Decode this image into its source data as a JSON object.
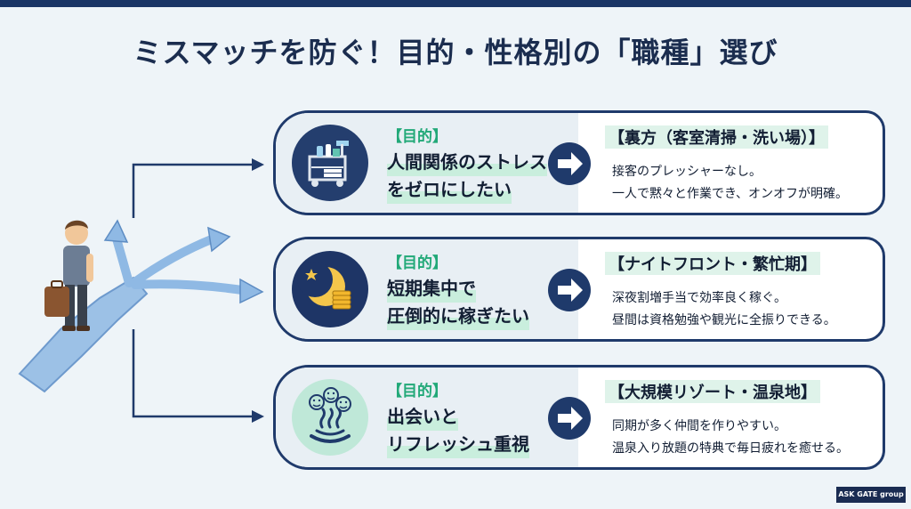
{
  "title": "ミスマッチを防ぐ！目的・性格別の「職種」選び",
  "cards": [
    {
      "tag": "【目的】",
      "goal_lines": [
        "人間関係のストレス",
        "をゼロにしたい"
      ],
      "job": "【裏方（客室清掃・洗い場）】",
      "desc_lines": [
        "接客のプレッシャーなし。",
        "一人で黙々と作業でき、オンオフが明確。"
      ],
      "icon": "cleaning-cart-icon"
    },
    {
      "tag": "【目的】",
      "goal_lines": [
        "短期集中で",
        "圧倒的に稼ぎたい"
      ],
      "job": "【ナイトフロント・繁忙期】",
      "desc_lines": [
        "深夜割増手当で効率良く稼ぐ。",
        "昼間は資格勉強や観光に全振りできる。"
      ],
      "icon": "moon-coins-icon"
    },
    {
      "tag": "【目的】",
      "goal_lines": [
        "出会いと",
        "リフレッシュ重視"
      ],
      "job": "【大規模リゾート・温泉地】",
      "desc_lines": [
        "同期が多く仲間を作りやすい。",
        "温泉入り放題の特典で毎日疲れを癒せる。"
      ],
      "icon": "hot-spring-icon"
    }
  ],
  "logo_text": "ASK GATE group"
}
